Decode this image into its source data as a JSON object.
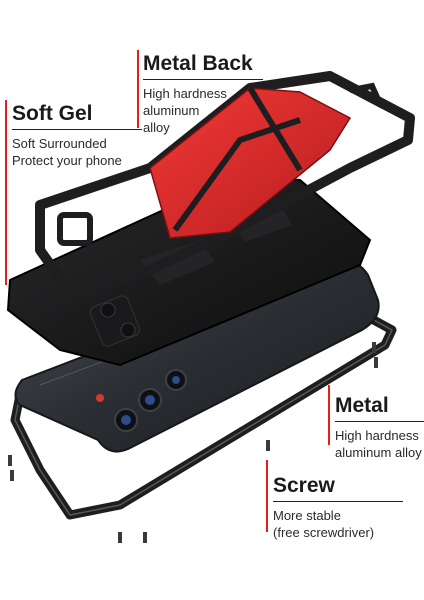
{
  "callouts": {
    "soft_gel": {
      "title": "Soft Gel",
      "line1": "Soft Surrounded",
      "line2": "Protect your phone"
    },
    "metal_back": {
      "title": "Metal Back",
      "line1": "High hardness",
      "line2": "aluminum",
      "line3": "alloy"
    },
    "metal": {
      "title": "Metal",
      "line1": "High hardness",
      "line2": "aluminum alloy"
    },
    "screw": {
      "title": "Screw",
      "line1": "More stable",
      "line2": "(free screwdriver)"
    }
  },
  "colors": {
    "accent_red": "#e0201c",
    "metal_dark": "#1e1e20",
    "phone_body": "#2f3237",
    "red_back": "#d4262a"
  }
}
